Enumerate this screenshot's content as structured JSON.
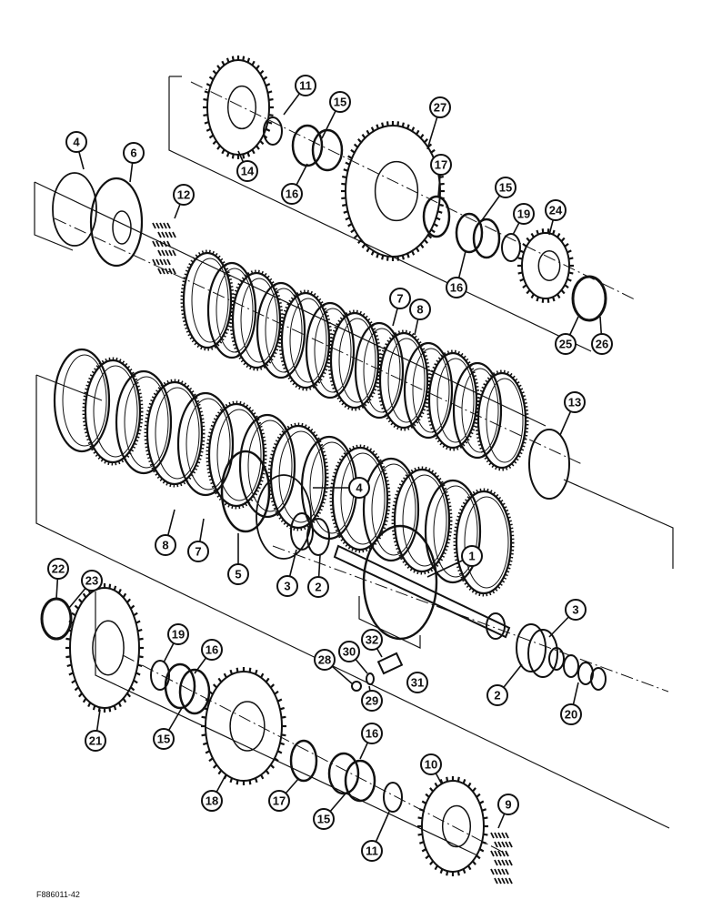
{
  "figure_id": "F886011-42",
  "callouts": [
    {
      "key": "c11a",
      "label": "11"
    },
    {
      "key": "c15a",
      "label": "15"
    },
    {
      "key": "c27",
      "label": "27"
    },
    {
      "key": "c4a",
      "label": "4"
    },
    {
      "key": "c6",
      "label": "6"
    },
    {
      "key": "c14",
      "label": "14"
    },
    {
      "key": "c16a",
      "label": "16"
    },
    {
      "key": "c17a",
      "label": "17"
    },
    {
      "key": "c15b",
      "label": "15"
    },
    {
      "key": "c12",
      "label": "12"
    },
    {
      "key": "c19a",
      "label": "19"
    },
    {
      "key": "c24",
      "label": "24"
    },
    {
      "key": "c16b",
      "label": "16"
    },
    {
      "key": "c7a",
      "label": "7"
    },
    {
      "key": "c8a",
      "label": "8"
    },
    {
      "key": "c25",
      "label": "25"
    },
    {
      "key": "c26",
      "label": "26"
    },
    {
      "key": "c13",
      "label": "13"
    },
    {
      "key": "c4b",
      "label": "4"
    },
    {
      "key": "c8b",
      "label": "8"
    },
    {
      "key": "c7b",
      "label": "7"
    },
    {
      "key": "c5",
      "label": "5"
    },
    {
      "key": "c3a",
      "label": "3"
    },
    {
      "key": "c2a",
      "label": "2"
    },
    {
      "key": "c1",
      "label": "1"
    },
    {
      "key": "c22",
      "label": "22"
    },
    {
      "key": "c23",
      "label": "23"
    },
    {
      "key": "c3b",
      "label": "3"
    },
    {
      "key": "c32",
      "label": "32"
    },
    {
      "key": "c19b",
      "label": "19"
    },
    {
      "key": "c16c",
      "label": "16"
    },
    {
      "key": "c28",
      "label": "28"
    },
    {
      "key": "c30",
      "label": "30"
    },
    {
      "key": "c31",
      "label": "31"
    },
    {
      "key": "c29",
      "label": "29"
    },
    {
      "key": "c2b",
      "label": "2"
    },
    {
      "key": "c20",
      "label": "20"
    },
    {
      "key": "c21",
      "label": "21"
    },
    {
      "key": "c15c",
      "label": "15"
    },
    {
      "key": "c16d",
      "label": "16"
    },
    {
      "key": "c10",
      "label": "10"
    },
    {
      "key": "c18",
      "label": "18"
    },
    {
      "key": "c17b",
      "label": "17"
    },
    {
      "key": "c15d",
      "label": "15"
    },
    {
      "key": "c9",
      "label": "9"
    },
    {
      "key": "c11b",
      "label": "11"
    }
  ]
}
